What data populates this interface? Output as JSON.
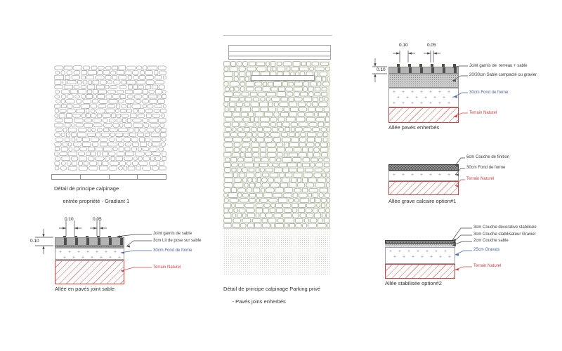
{
  "palette": {
    "label_black": "#3c3c3c",
    "label_blue": "#4565a8",
    "label_red": "#cc4242",
    "terrain_red": "#cc4242",
    "red_hatch": "#db8f8f",
    "paver_gray": "#b3b3b3",
    "joint_dark": "#4f4f4f",
    "grass_tint": "#e9ede1"
  },
  "panels": {
    "entrance": {
      "caption_line1": "Détail de principe calpinage",
      "caption_line2": "entrée propriété - Gradiant 1"
    },
    "parking": {
      "caption_line1": "Détail de principe calpinage Parking privé",
      "caption_line2": "- Pavés joins enherbés"
    }
  },
  "sections": {
    "paves_joint_sable": {
      "title": "Allée en pavés joint sable",
      "dims": {
        "paver_width": "0.10",
        "joint_width": "0.05",
        "paver_height": "0.10"
      },
      "labels": [
        {
          "text": "Joint garnis de sable",
          "color": "black"
        },
        {
          "text": "3cm Lit de pose sur sable",
          "color": "black"
        },
        {
          "text": "30cm Fond de forme",
          "color": "blue"
        },
        {
          "text": "Terrain Naturel",
          "color": "red"
        }
      ]
    },
    "paves_enherbes": {
      "title": "Allée pavés enherbés",
      "dims": {
        "paver_width": "0.10",
        "joint_width": "0.05",
        "paver_height": "0.10"
      },
      "labels": [
        {
          "text": "Joint garnis de  terreau + sable",
          "color": "black"
        },
        {
          "text": "20/30cm Sable compacté ou gravier",
          "color": "black"
        },
        {
          "text": "30cm Fond de forme",
          "color": "blue"
        },
        {
          "text": "Terrain Naturel",
          "color": "red"
        }
      ]
    },
    "grave_calcaire": {
      "title": "Allée grave calcaire option#1",
      "labels": [
        {
          "text": "6cm Couche de finition",
          "color": "black"
        },
        {
          "text": "30cm Fond de forme",
          "color": "black"
        },
        {
          "text": "Terrain Naturel",
          "color": "red"
        }
      ]
    },
    "stabilisee": {
      "title": "Allée stabilisée option#2",
      "labels": [
        {
          "text": "3cm Couche décorative stabilisée",
          "color": "black"
        },
        {
          "text": "3cm Couche stabilisateur Gravier",
          "color": "black"
        },
        {
          "text": "2cm Couche sable",
          "color": "black"
        },
        {
          "text": "25cm Gravats",
          "color": "blue"
        },
        {
          "text": "Terrain Naturel",
          "color": "red"
        }
      ]
    }
  }
}
